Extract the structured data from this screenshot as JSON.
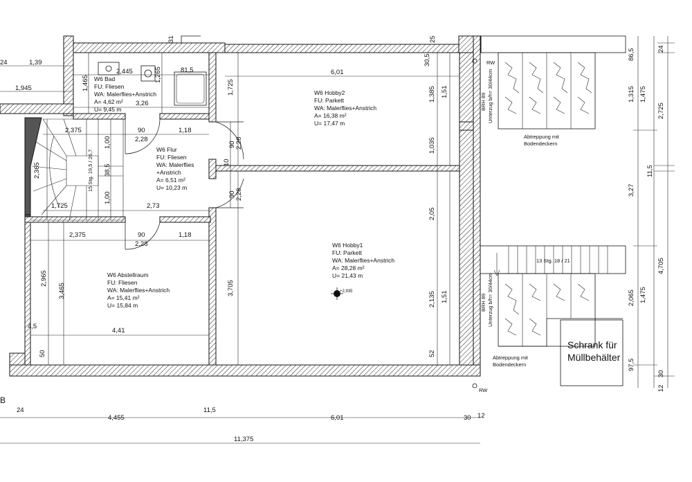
{
  "rooms": {
    "bad": {
      "name": "W6 Bad",
      "fu": "FU: Fliesen",
      "wa": "WA: Malerflies+Anstrich",
      "area": "A= 4,62 m²",
      "perimeter": "U= 9,45 m"
    },
    "hobby2": {
      "name": "W6 Hobby2",
      "fu": "FU: Parkett",
      "wa": "WA: Malerflies+Anstrich",
      "area": "A= 16,38 m²",
      "perimeter": "U= 17,47 m"
    },
    "flur": {
      "name": "W6 Flur",
      "fu": "FU: Fliesen",
      "wa": "WA: Malerflies",
      "wa2": "+Anstrich",
      "area": "A= 6,51 m²",
      "perimeter": "U= 10,23 m"
    },
    "hobby1": {
      "name": "W6 Hobby1",
      "fu": "FU: Parkett",
      "wa": "WA: Malerflies+Anstrich",
      "area": "A= 28,28 m²",
      "perimeter": "U= 21,43 m"
    },
    "abstellraum": {
      "name": "W6 Abstellraum",
      "fu": "FU: Fliesen",
      "wa": "WA: Malerflies+Anstrich",
      "area": "A= 15,41 m²",
      "perimeter": "U= 15,84 m"
    }
  },
  "labels": {
    "schrank_line1": "Schrank für",
    "schrank_line2": "Müllbehälter",
    "abtreppung1_line1": "Abtreppung mit",
    "abtreppung1_line2": "Bodendeckern",
    "abtreppung2_line1": "Abtreppung mit",
    "abtreppung2_line2": "Bodendeckern",
    "brh_top_1": "BRH 89",
    "brh_top_2": "Unterzug b/h= 30/44cm",
    "brh_bot_1": "BRH 89",
    "brh_bot_2": "Unterzug b/h= 30/44cm",
    "stairs_right": "13 Stg. 18 / 21",
    "stairs_left": "15 Stg. 19,5 / 26,7",
    "rw_top": "RW",
    "rw_bottom": "RW",
    "level": "+2,935",
    "section_mark": "B"
  },
  "dimensions": {
    "d_24_top": "24",
    "d_139": "1,39",
    "d_1945": "1,945",
    "d_2445": "2,445",
    "d_326": "3,26",
    "d_1465": "1,465",
    "d_1265": "1,265",
    "d_815": "81,5",
    "d_31": "31",
    "d_25": "25",
    "d_1725_v": "1,725",
    "d_601_top": "6,01",
    "d_305": "30,5",
    "d_1385": "1,385",
    "d_151_top": "1,51",
    "d_1035": "1,035",
    "d_205": "2,05",
    "d_2135": "2,135",
    "d_151_bot": "1,51",
    "d_52": "52",
    "d_2375_top": "2,375",
    "d_90_top": "90",
    "d_228_a": "2,28",
    "d_118_top": "1,18",
    "d_100_a": "1,00",
    "d_385": "38,5",
    "d_100_b": "1,00",
    "d_2365": "2,365",
    "d_90_va": "90",
    "d_228_b": "2,28",
    "d_10": "10",
    "d_90_vb": "90",
    "d_228_c": "2,28",
    "d_1725_h": "1,725",
    "d_273": "2,73",
    "d_2375_bot": "2,375",
    "d_90_bot": "90",
    "d_228_d": "2,28",
    "d_118_bot": "1,18",
    "d_2965": "2,965",
    "d_3465": "3,465",
    "d_3705": "3,705",
    "d_45": "4,5",
    "d_441": "4,41",
    "d_50": "50",
    "b_24": "24",
    "b_4455": "4,455",
    "b_115": "11,5",
    "b_601": "6,01",
    "b_30": "30",
    "b_12": "12",
    "b_11375": "11,375",
    "r_24": "24",
    "r_865": "86,5",
    "r_1315": "1,315",
    "r_1475_a": "1,475",
    "r_2725": "2,725",
    "r_115": "11,5",
    "r_327": "3,27",
    "r_4705": "4,705",
    "r_2065": "2,065",
    "r_1475_b": "1,475",
    "r_975": "97,5",
    "r_30": "30",
    "r_12": "12"
  }
}
